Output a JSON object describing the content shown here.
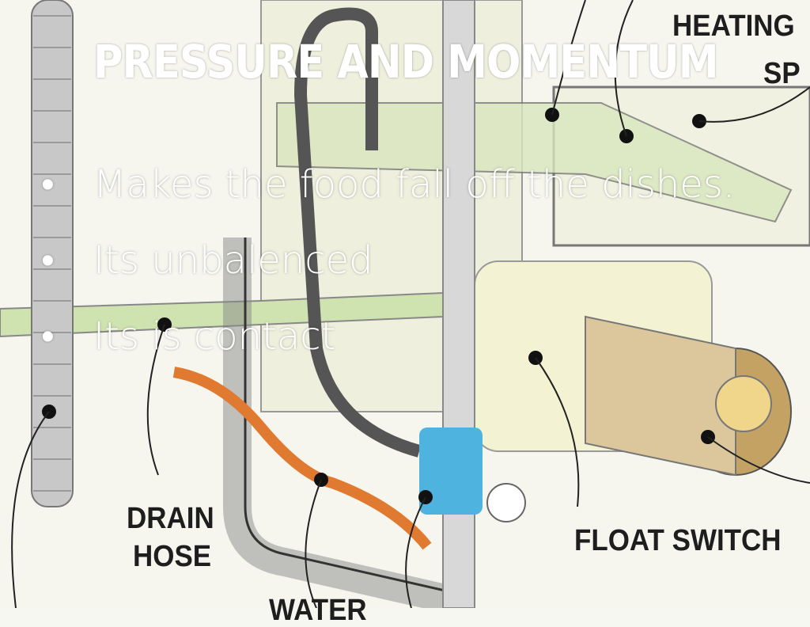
{
  "slide": {
    "title": "PRESSURE AND MOMENTUM",
    "bullets": [
      "Makes the food fall off the dishes.",
      "Its unbalenced",
      "Its is contact"
    ],
    "bullet_symbol": "•"
  },
  "diagram_labels": {
    "heating": "HEATING",
    "sp": "SP",
    "drain_hose_line1": "DRAIN",
    "drain_hose_line2": "HOSE",
    "float_switch": "FLOAT SWITCH",
    "water": "WATER"
  }
}
